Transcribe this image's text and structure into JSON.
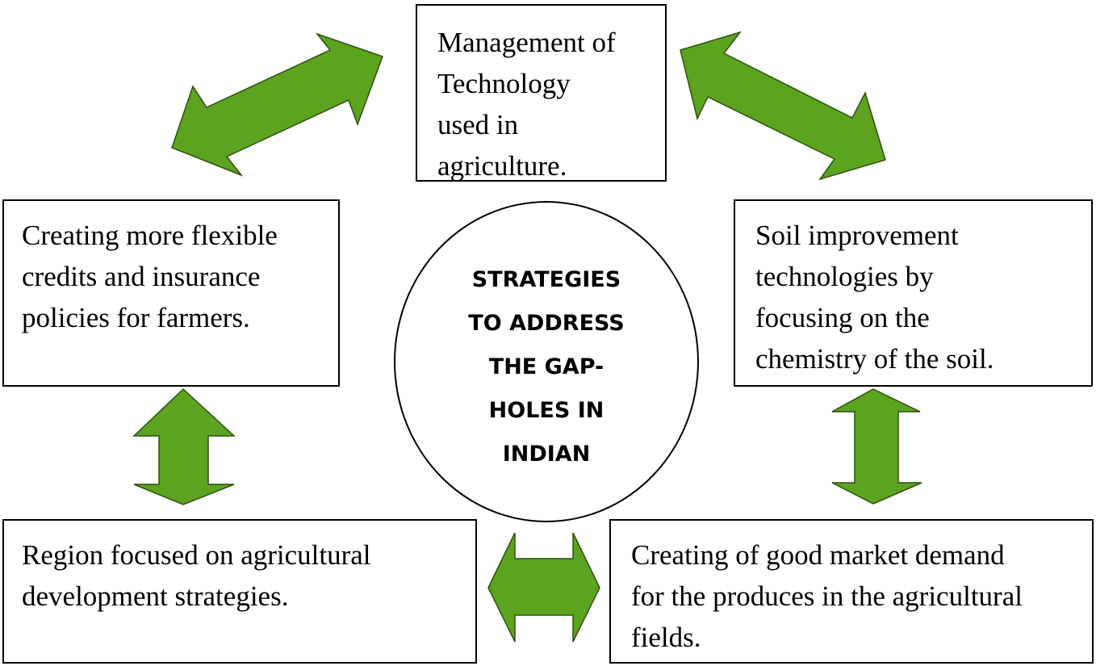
{
  "diagram": {
    "center": {
      "lines": [
        "STRATEGIES",
        "TO ADDRESS",
        "THE GAP-",
        "HOLES IN",
        "INDIAN"
      ]
    },
    "nodes": {
      "top": {
        "lines": [
          "Management of",
          "Technology",
          "used in",
          "agriculture."
        ]
      },
      "left": {
        "lines": [
          "Creating more flexible",
          "credits and insurance",
          "policies for farmers."
        ]
      },
      "right": {
        "lines": [
          "Soil improvement",
          "technologies by",
          "focusing on the",
          "chemistry of the soil."
        ]
      },
      "bottom_left": {
        "lines": [
          "Region focused on agricultural",
          "development strategies."
        ]
      },
      "bottom_right": {
        "lines": [
          "Creating of good market demand",
          "for the produces in the agricultural",
          "fields."
        ]
      }
    },
    "colors": {
      "arrow_fill": "#5ca420",
      "arrow_stroke": "#2f4f0f",
      "box_border": "#000000",
      "text": "#000000"
    }
  }
}
